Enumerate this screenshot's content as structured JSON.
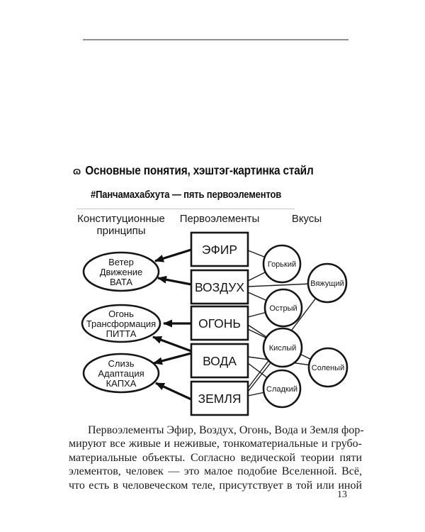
{
  "page": {
    "number": "13"
  },
  "header": {
    "ornament": "ɷ",
    "title": "Основные понятия, хэштэг-картинка стайл",
    "subtitle": "#Панчамахабхута — пять первоэлементов"
  },
  "diagram": {
    "column_headers": {
      "left_line1": "Конституционные",
      "left_line2": "принципы",
      "center": "Первоэлементы",
      "right": "Вкусы"
    },
    "elements": {
      "efir": "ЭФИР",
      "vozduh": "ВОЗДУХ",
      "ogon": "ОГОНЬ",
      "voda": "ВОДА",
      "zemlya": "ЗЕМЛЯ"
    },
    "principles": {
      "vata": {
        "l1": "Ветер",
        "l2": "Движение",
        "l3": "ВАТА"
      },
      "pitta": {
        "l1": "Огонь",
        "l2": "Трансформация",
        "l3": "ПИТТА"
      },
      "kapha": {
        "l1": "Слизь",
        "l2": "Адаптация",
        "l3": "КАПХА"
      }
    },
    "tastes": {
      "gorky": "Горький",
      "vyazhushchy": "Вяжущий",
      "ostry": "Острый",
      "kisly": "Кислый",
      "solyony": "Соленый",
      "sladky": "Сладкий"
    },
    "connections": {
      "element_to_principle": [
        [
          "ЭФИР",
          "ВАТА"
        ],
        [
          "ВОЗДУХ",
          "ВАТА"
        ],
        [
          "ОГОНЬ",
          "ПИТТА"
        ],
        [
          "ВОДА",
          "ПИТТА"
        ],
        [
          "ВОДА",
          "КАПХА"
        ],
        [
          "ЗЕМЛЯ",
          "КАПХА"
        ]
      ],
      "element_to_taste": [
        [
          "ЭФИР",
          "Горький"
        ],
        [
          "ВОЗДУХ",
          "Горький"
        ],
        [
          "ВОЗДУХ",
          "Вяжущий"
        ],
        [
          "ВОЗДУХ",
          "Острый"
        ],
        [
          "ОГОНЬ",
          "Острый"
        ],
        [
          "ОГОНЬ",
          "Кислый"
        ],
        [
          "ОГОНЬ",
          "Соленый"
        ],
        [
          "ВОДА",
          "Соленый"
        ],
        [
          "ВОДА",
          "Сладкий"
        ],
        [
          "ЗЕМЛЯ",
          "Вяжущий"
        ],
        [
          "ЗЕМЛЯ",
          "Кислый"
        ],
        [
          "ЗЕМЛЯ",
          "Сладкий"
        ]
      ]
    }
  },
  "body": {
    "lines": [
      "Первоэлементы Эфир, Воздух, Огонь, Вода и Земля фор-",
      "мируют все живые и неживые, тонкоматериальные и грубо-",
      "материальные объекты. Согласно ведической теории пяти",
      "элементов, человек — это малое подобие Вселенной. Всё,",
      "что есть в человеческом теле, присутствует в той или иной"
    ]
  }
}
